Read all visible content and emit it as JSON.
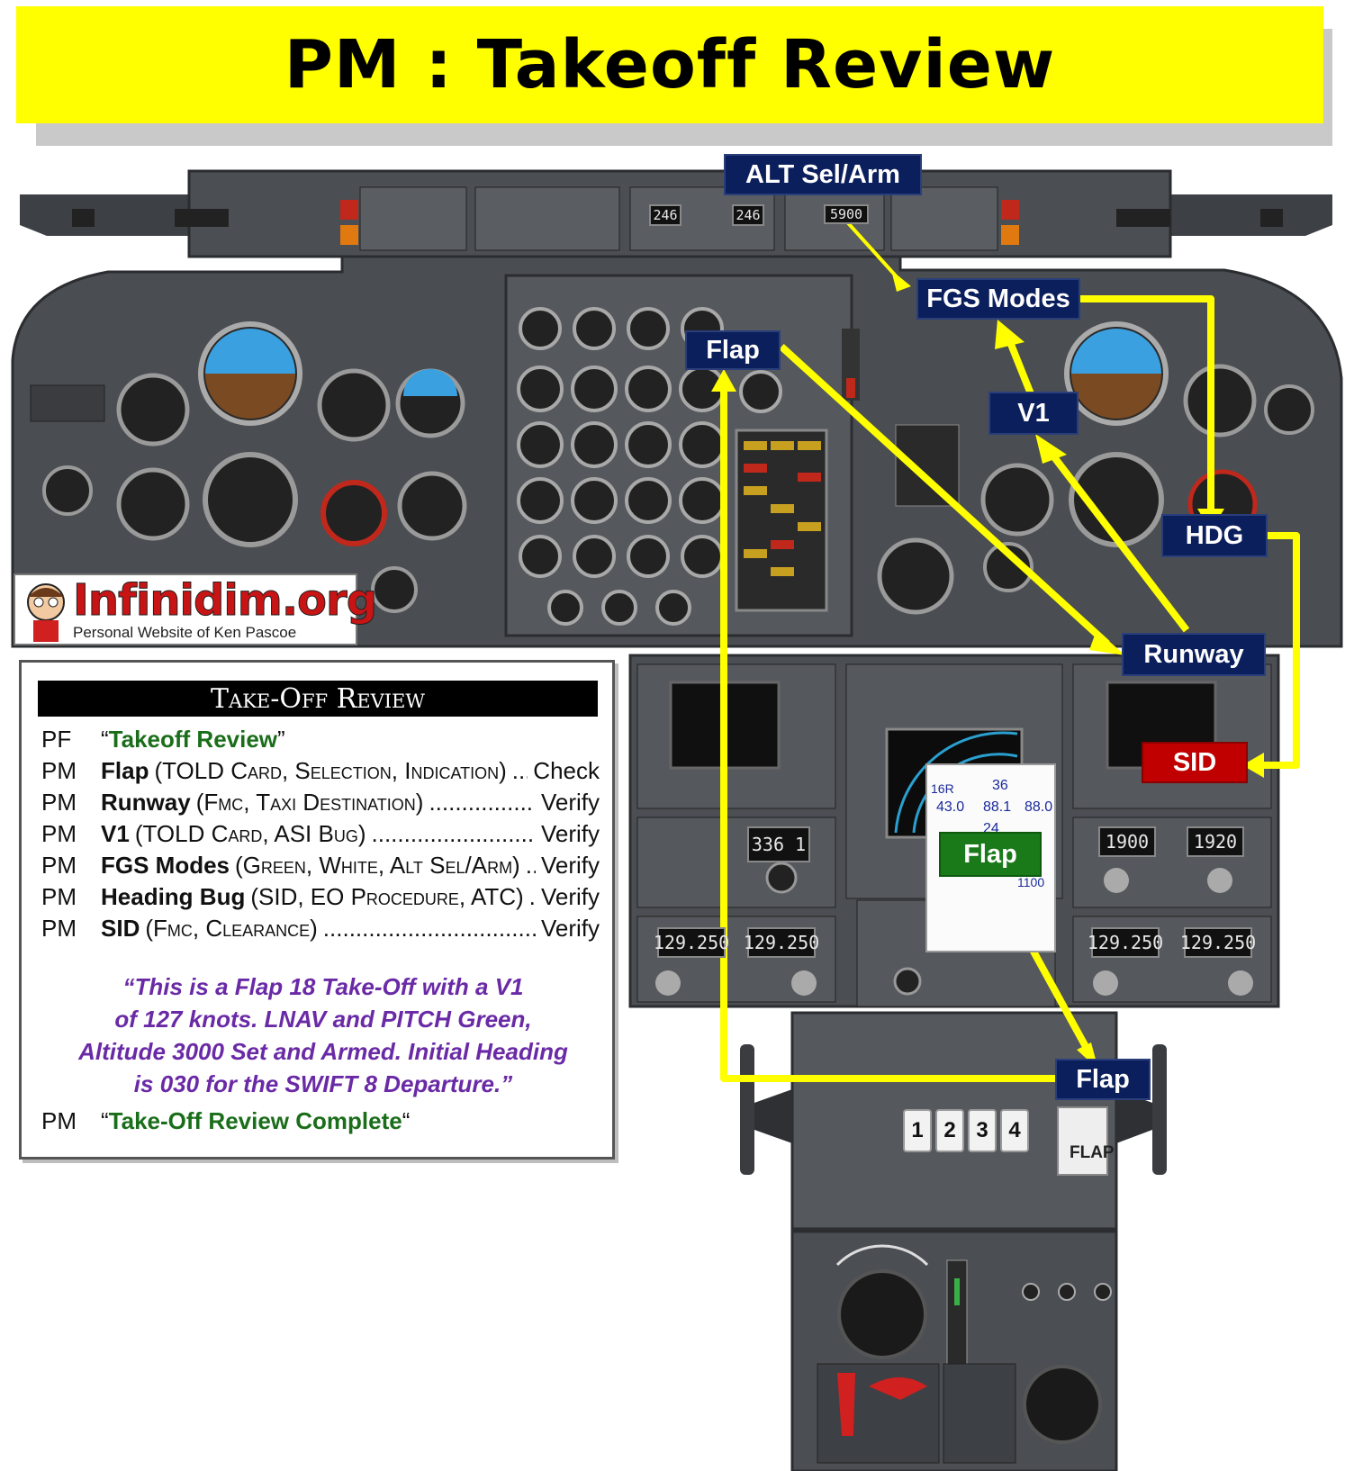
{
  "title": "PM : Takeoff Review",
  "logo": {
    "name": "Infinidim.org",
    "tagline": "Personal Website of Ken Pascoe"
  },
  "callouts": {
    "alt_sel_arm": "ALT Sel/Arm",
    "fgs_modes": "FGS Modes",
    "flap_upper": "Flap",
    "v1": "V1",
    "hdg": "HDG",
    "runway": "Runway",
    "sid": "SID",
    "flap_center": "Flap",
    "flap_lower": "Flap"
  },
  "colors": {
    "banner": "#ffff00",
    "callout_navy": "#0b1f5c",
    "callout_red": "#c00000",
    "callout_green": "#1a7a1a",
    "arrow": "#ffff00",
    "script_purple": "#6a2aa6",
    "quote_green": "#1a6e1a"
  },
  "card": {
    "heading": "Take-Off Review",
    "rows": [
      {
        "role": "PF",
        "quote_open": "“",
        "quote": "Takeoff Review",
        "quote_close": "”"
      },
      {
        "role": "PM",
        "item": "Flap",
        "detail": "(TOLD Card, Selection, Indication)",
        "dots": " ..... ",
        "action": "Check"
      },
      {
        "role": "PM",
        "item": "Runway",
        "detail": "(Fmc, Taxi Destination)",
        "dots": " ................ ",
        "action": "Verify"
      },
      {
        "role": "PM",
        "item": "V1",
        "detail": "(TOLD Card, ASI Bug)",
        "dots": " .......................... ",
        "action": "Verify"
      },
      {
        "role": "PM",
        "item": "FGS Modes",
        "detail": "(Green, White, Alt Sel/Arm)",
        "dots": " ... ",
        "action": "Verify"
      },
      {
        "role": "PM",
        "item": "Heading Bug",
        "detail": "(SID, EO Procedure, ATC)",
        "dots": "...... ",
        "action": "Verify"
      },
      {
        "role": "PM",
        "item": "SID",
        "detail": "(Fmc, Clearance)",
        "dots": " ................................. ",
        "action": "Verify"
      }
    ],
    "script_lines": [
      "“This is a Flap 18 Take-Off with a V1",
      "of 127 knots. LNAV and PITCH Green,",
      "Altitude 3000 Set and Armed. Initial Heading",
      "is 030 for the SWIFT 8 Departure.”"
    ],
    "closing": {
      "role": "PM",
      "quote_open": "“",
      "quote": "Take-Off Review Complete",
      "quote_close": "“"
    }
  },
  "panel_readouts": {
    "course_left": "246",
    "course_right": "246",
    "alt_sel": "5900",
    "atc": "336 1",
    "vhf_left_active": "129.250",
    "vhf_left_standby": "129.250",
    "vhf_right_active": "129.250",
    "vhf_right_standby": "129.250",
    "adf1": "1900",
    "adf2": "1920",
    "flap_handle_label": "FLAP",
    "throttle_keys": [
      "1",
      "2",
      "3",
      "4"
    ],
    "told_card": {
      "rwy": "16R",
      "temp": "36",
      "v1": "43.0",
      "vr": "88.1",
      "v2": "88.0",
      "flap": "24",
      "alt": "1100"
    }
  }
}
